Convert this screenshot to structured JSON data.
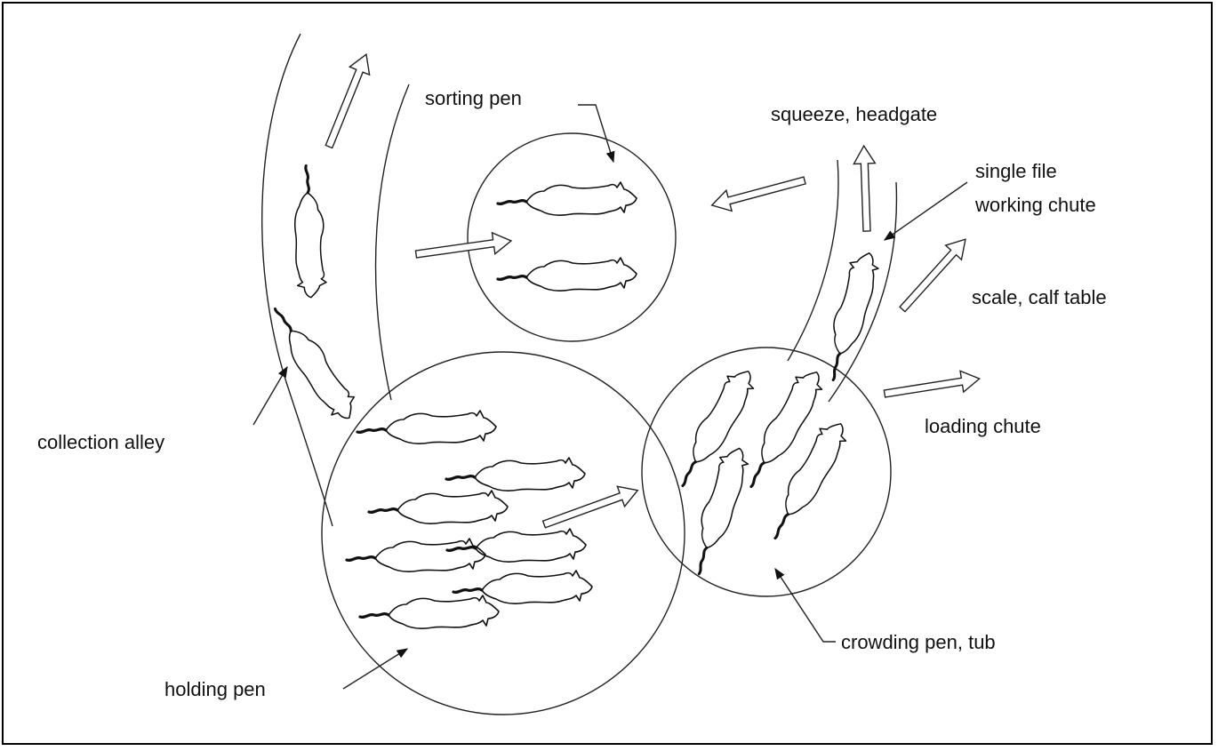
{
  "labels": {
    "sorting_pen": "sorting pen",
    "squeeze_headgate": "squeeze, headgate",
    "single_file_1": "single file",
    "single_file_2": "working chute",
    "scale_calf_table": "scale, calf table",
    "loading_chute": "loading chute",
    "collection_alley": "collection alley",
    "crowding_pen": "crowding pen, tub",
    "holding_pen": "holding pen"
  },
  "colors": {
    "line": "#222222",
    "background": "#ffffff"
  },
  "icons": [
    "cow-icon",
    "flow-arrow-icon",
    "leader-arrow-icon"
  ]
}
